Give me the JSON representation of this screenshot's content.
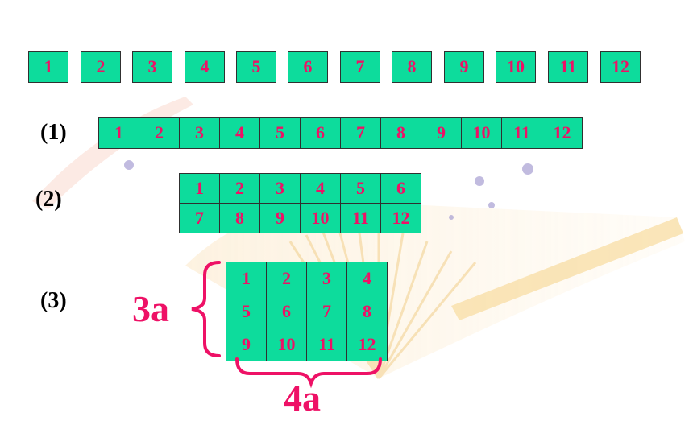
{
  "top_row": [
    "1",
    "2",
    "3",
    "4",
    "5",
    "6",
    "7",
    "8",
    "9",
    "10",
    "11",
    "12"
  ],
  "arrangement_1": {
    "label": "(1)",
    "cells": [
      "1",
      "2",
      "3",
      "4",
      "5",
      "6",
      "7",
      "8",
      "9",
      "10",
      "11",
      "12"
    ]
  },
  "arrangement_2": {
    "label": "(2)",
    "rows": [
      [
        "1",
        "2",
        "3",
        "4",
        "5",
        "6"
      ],
      [
        "7",
        "8",
        "9",
        "10",
        "11",
        "12"
      ]
    ]
  },
  "arrangement_3": {
    "label": "(3)",
    "rows": [
      [
        "1",
        "2",
        "3",
        "4"
      ],
      [
        "5",
        "6",
        "7",
        "8"
      ],
      [
        "9",
        "10",
        "11",
        "12"
      ]
    ],
    "height_label": "3a",
    "width_label": "4a"
  },
  "colors": {
    "square_fill": "#0ddc9c",
    "number_text": "#ee1166",
    "brace": "#ee1166",
    "label_text": "#000000"
  }
}
